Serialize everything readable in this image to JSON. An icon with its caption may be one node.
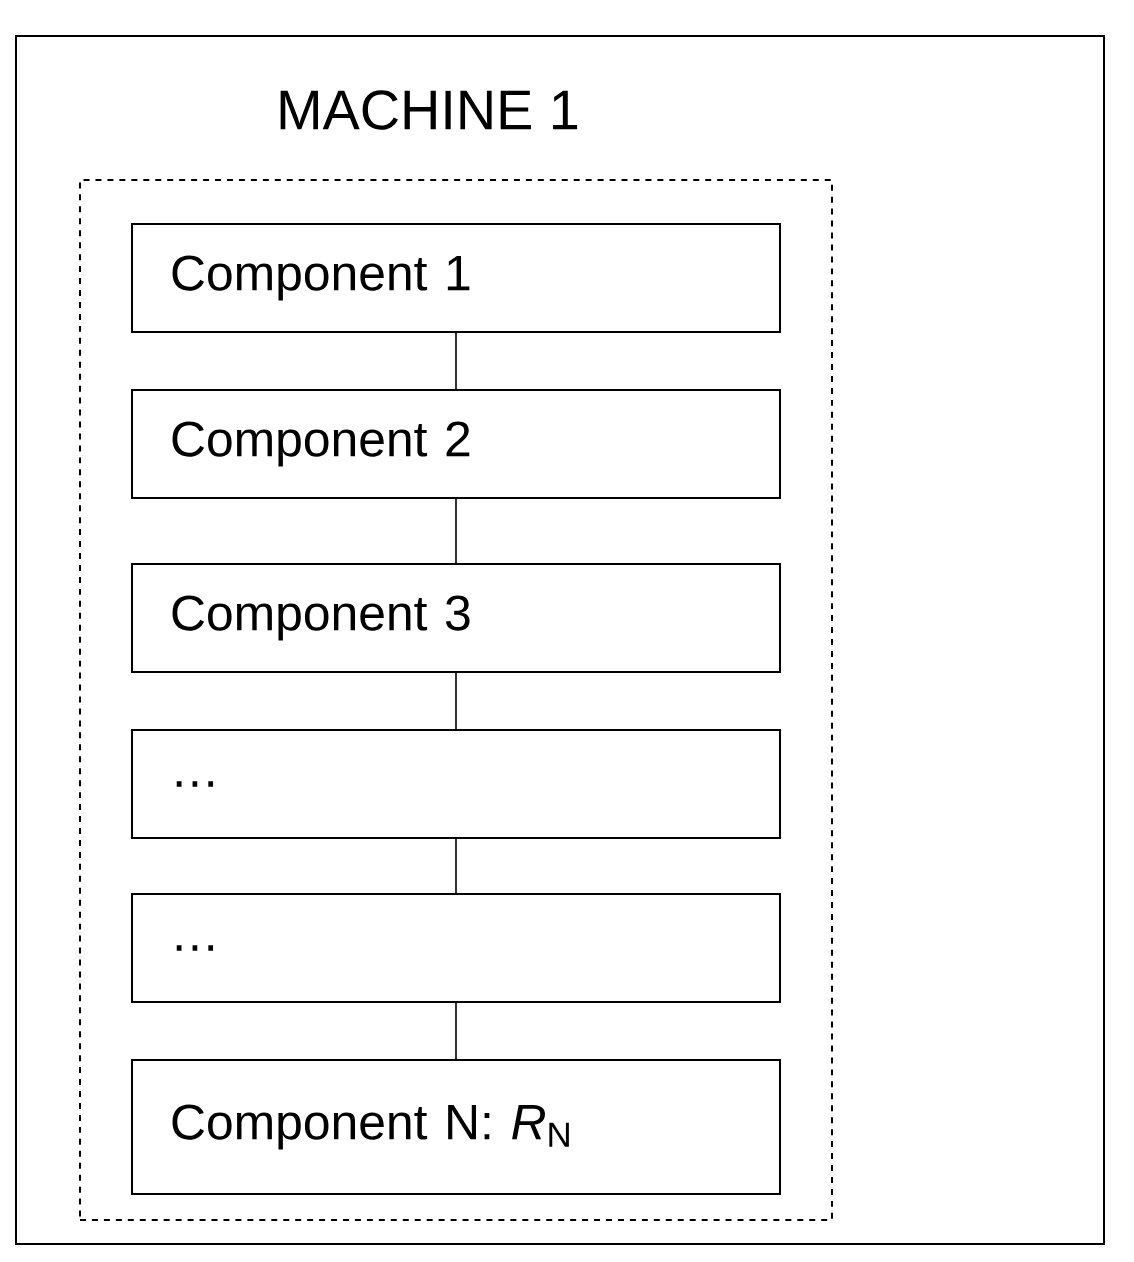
{
  "diagram": {
    "nodes": [
      {
        "text": [
          "MACHINE 1"
        ]
      },
      {
        "text": [],
        "shape": "box",
        "in": 0
      },
      {
        "text": [
          "Component 1"
        ],
        "in": 1
      },
      {
        "text": [
          "Component 2"
        ],
        "in": 1
      },
      {
        "text": [
          "Component 3"
        ],
        "in": 1
      },
      {
        "text": [
          "…"
        ],
        "in": 1
      },
      {
        "text": [
          "…"
        ],
        "in": 1
      },
      {
        "text": [
          "Component N: *R*$_{N}$"
        ],
        "in": 1
      }
    ],
    "edges": [
      {
        "from": 2,
        "to": 3,
        "arrow": "none"
      },
      {
        "from": 3,
        "to": 4,
        "arrow": "none"
      },
      {
        "from": 4,
        "to": 5,
        "arrow": "none"
      },
      {
        "from": 5,
        "to": 6,
        "arrow": "none"
      },
      {
        "from": 6,
        "to": 7,
        "arrow": "none"
      }
    ]
  }
}
